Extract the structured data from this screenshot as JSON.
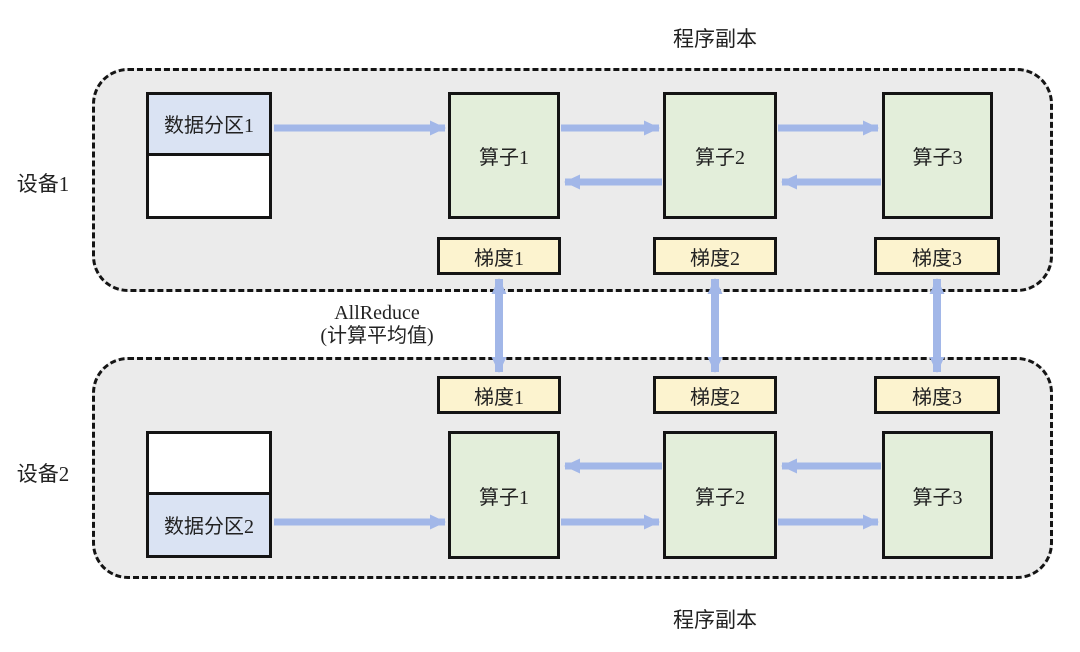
{
  "title_top": "程序副本",
  "title_bottom": "程序副本",
  "allreduce": {
    "line1": "AllReduce",
    "line2": "(计算平均值)"
  },
  "devices": [
    {
      "label": "设备1",
      "partition_label": "数据分区1",
      "operators": [
        "算子1",
        "算子2",
        "算子3"
      ],
      "gradients": [
        "梯度1",
        "梯度2",
        "梯度3"
      ]
    },
    {
      "label": "设备2",
      "partition_label": "数据分区2",
      "operators": [
        "算子1",
        "算子2",
        "算子3"
      ],
      "gradients": [
        "梯度1",
        "梯度2",
        "梯度3"
      ]
    }
  ],
  "colors": {
    "panel_bg": "#ebebeb",
    "operator_fill": "#e3eeda",
    "gradient_fill": "#fcf3cf",
    "partition_fill": "#dae3f3",
    "arrow": "#a2b7e8",
    "border": "#141414",
    "text": "#222222"
  }
}
